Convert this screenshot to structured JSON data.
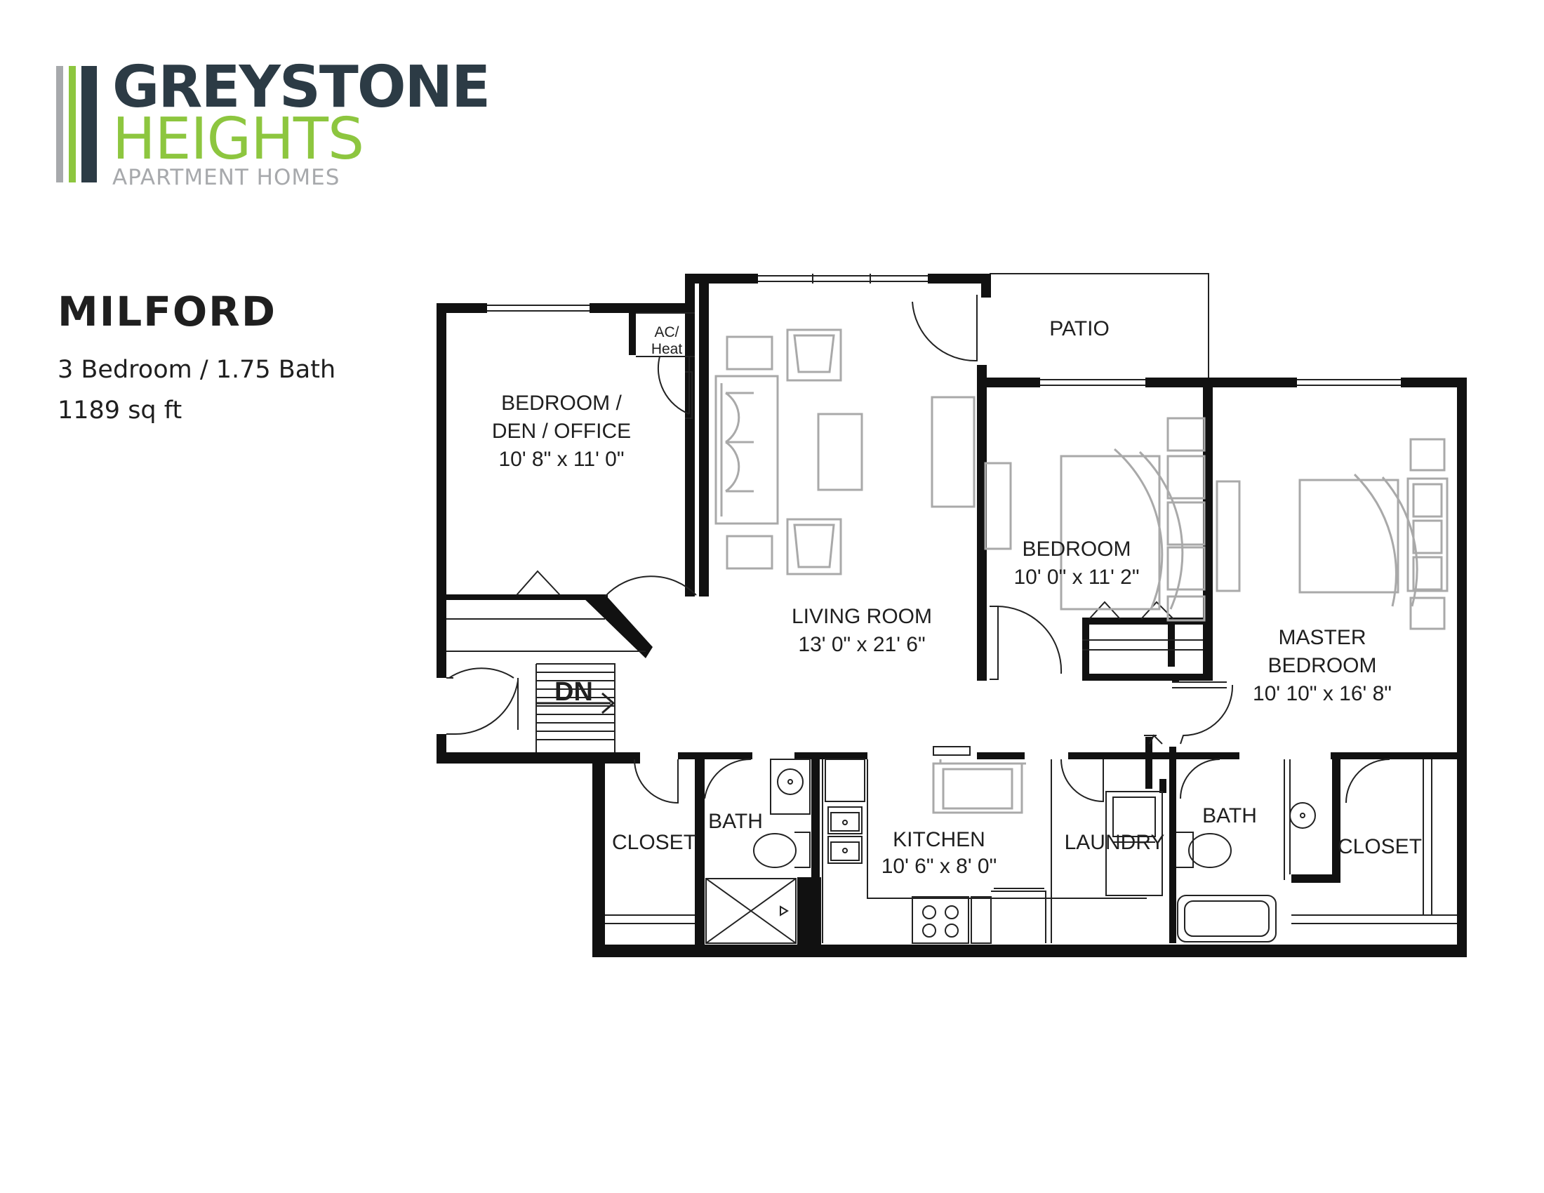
{
  "logo": {
    "line1": "GREYSTONE",
    "line2": "HEIGHTS",
    "line3": "APARTMENT HOMES",
    "colors": {
      "dark": "#2c3b45",
      "green": "#8dc63f",
      "gray": "#a7a9ac"
    }
  },
  "unit": {
    "name": "MILFORD",
    "beds_baths": "3 Bedroom / 1.75 Bath",
    "area": "1189 sq ft"
  },
  "rooms": {
    "bedroom_den": {
      "line1": "BEDROOM /",
      "line2": "DEN / OFFICE",
      "size": "10' 8\" x 11' 0\""
    },
    "ac_heat": {
      "line1": "AC/",
      "line2": "Heat"
    },
    "patio": "PATIO",
    "living_room": {
      "name": "LIVING ROOM",
      "size": "13' 0\" x 21' 6\""
    },
    "bedroom": {
      "name": "BEDROOM",
      "size": "10' 0\" x 11' 2\""
    },
    "master_bedroom": {
      "line1": "MASTER",
      "line2": "BEDROOM",
      "size": "10' 10\" x 16' 8\""
    },
    "stairs": "DN",
    "closet_left": "CLOSET",
    "bath_left": "BATH",
    "kitchen": {
      "name": "KITCHEN",
      "size": "10' 6\" x 8' 0\""
    },
    "laundry": "LAUNDRY",
    "bath_right": "BATH",
    "closet_right": "CLOSET"
  }
}
